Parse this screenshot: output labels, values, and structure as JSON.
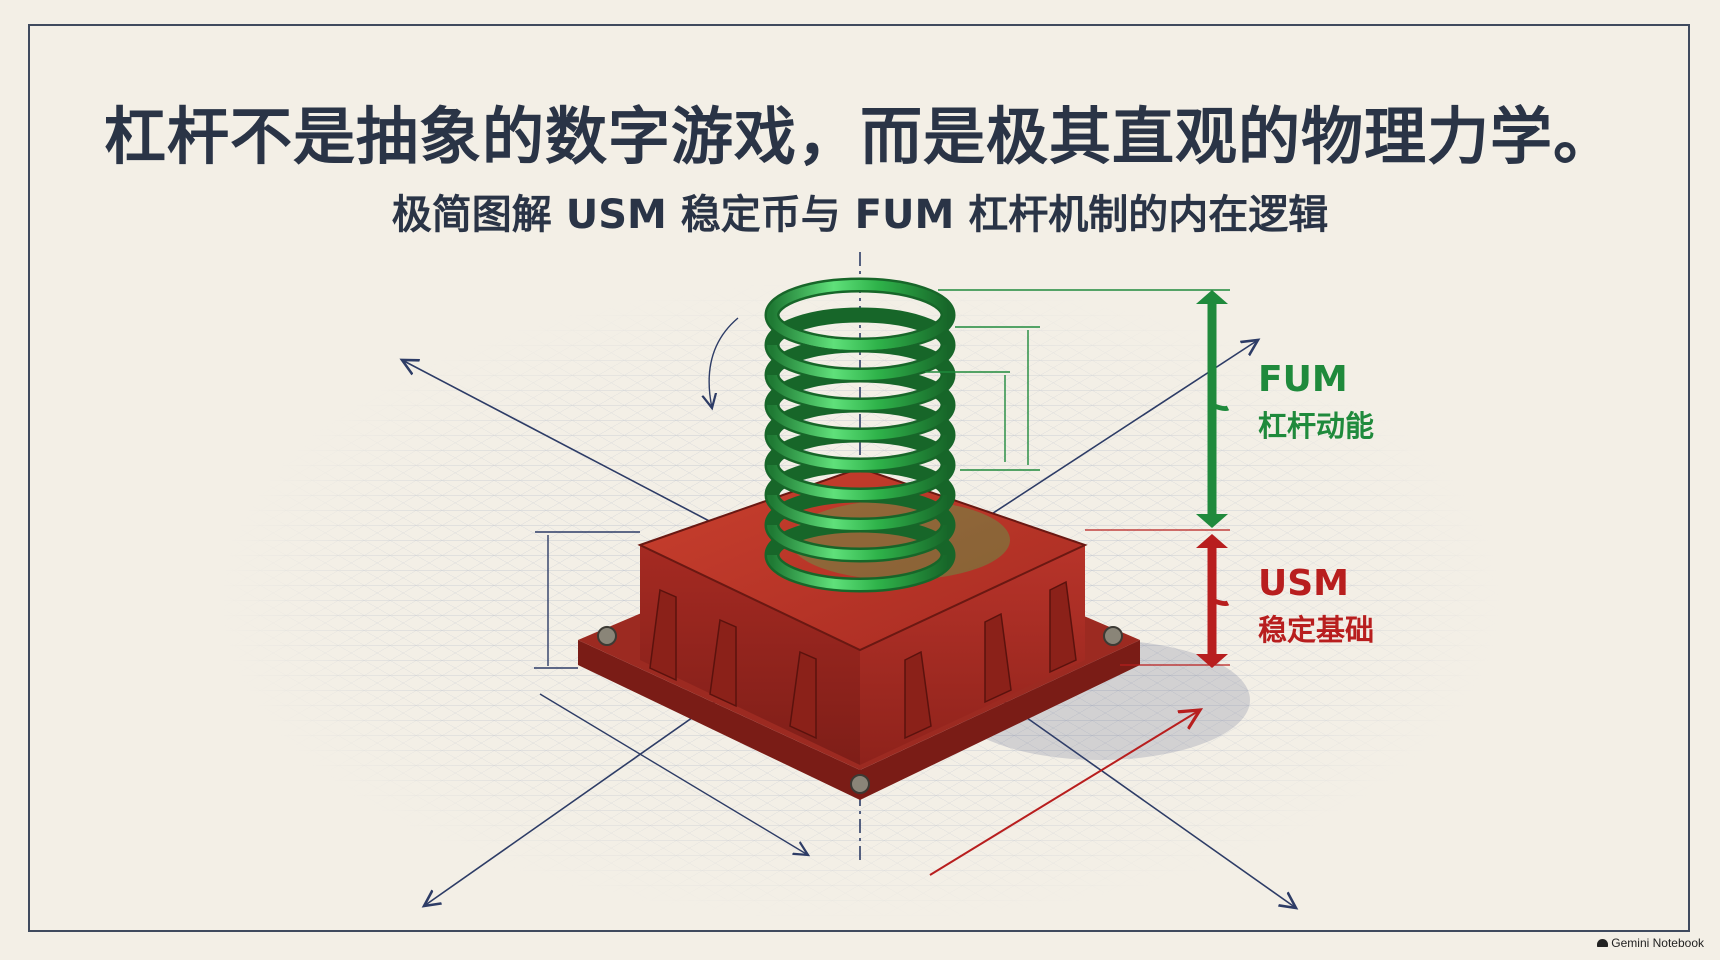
{
  "title": "杠杆不是抽象的数字游戏，而是极其直观的物理力学。",
  "subtitle": "极简图解 USM 稳定币与 FUM 杠杆机制的内在逻辑",
  "labels": {
    "fum": {
      "title": "FUM",
      "sub": "杠杆动能",
      "color": "#1f8a3c"
    },
    "usm": {
      "title": "USM",
      "sub": "稳定基础",
      "color": "#b81e1e"
    }
  },
  "colors": {
    "background": "#f3efe6",
    "ink": "#2a3446",
    "spring": "#2fb34a",
    "base": "#b8322a"
  },
  "watermark": "Gemini Notebook"
}
